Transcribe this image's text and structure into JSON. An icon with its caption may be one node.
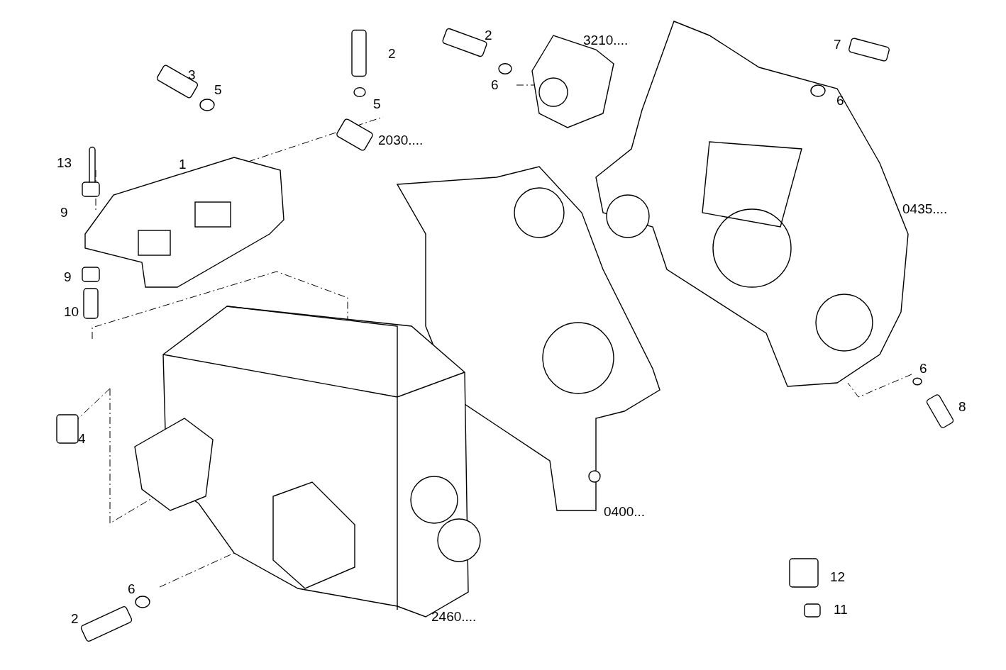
{
  "diagram": {
    "labels": [
      "2",
      "3210....",
      "2",
      "7",
      "3",
      "5",
      "5",
      "6",
      "6",
      "2030....",
      "13",
      "1",
      "9",
      "0435....",
      "9",
      "10",
      "6",
      "8",
      "4",
      "0400...",
      "12",
      "6",
      "11",
      "2",
      "2460...."
    ]
  }
}
